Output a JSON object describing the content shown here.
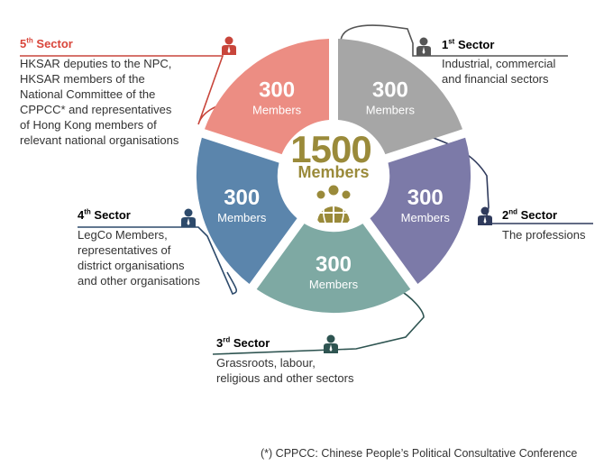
{
  "center": {
    "value": "1500",
    "unit": "Members"
  },
  "sectors": [
    {
      "id": "1",
      "ordinal": "1",
      "suffix": "st",
      "title_rest": " Sector",
      "count": "300",
      "unit": "Members",
      "color": "#a6a6a6",
      "title_color": "#333333",
      "lines": [
        "Industrial, commercial",
        "and financial sectors"
      ]
    },
    {
      "id": "2",
      "ordinal": "2",
      "suffix": "nd",
      "title_rest": " Sector",
      "count": "300",
      "unit": "Members",
      "color": "#7c7aa8",
      "title_color": "#333333",
      "lines": [
        "The professions"
      ]
    },
    {
      "id": "3",
      "ordinal": "3",
      "suffix": "rd",
      "title_rest": " Sector",
      "count": "300",
      "unit": "Members",
      "color": "#7ea9a3",
      "title_color": "#333333",
      "lines": [
        "Grassroots, labour,",
        "religious and other sectors"
      ]
    },
    {
      "id": "4",
      "ordinal": "4",
      "suffix": "th",
      "title_rest": " Sector",
      "count": "300",
      "unit": "Members",
      "color": "#5b85ac",
      "title_color": "#333333",
      "lines": [
        "LegCo Members,",
        "representatives of",
        "district organisations",
        "and other organisations"
      ]
    },
    {
      "id": "5",
      "ordinal": "5",
      "suffix": "th",
      "title_rest": " Sector",
      "count": "300",
      "unit": "Members",
      "color": "#ec8d83",
      "title_color": "#d9463b",
      "lines": [
        "HKSAR deputies to the NPC,",
        "HKSAR members of the",
        "National Committee of the",
        "CPPCC* and representatives",
        "of Hong Kong members of",
        "relevant national organisations"
      ]
    }
  ],
  "center_color": "#9a8a3a",
  "footnote": "(*) CPPCC: Chinese People’s Political Consultative Conference",
  "icons": {
    "center": "people-globe-icon",
    "person": "person-icon"
  }
}
